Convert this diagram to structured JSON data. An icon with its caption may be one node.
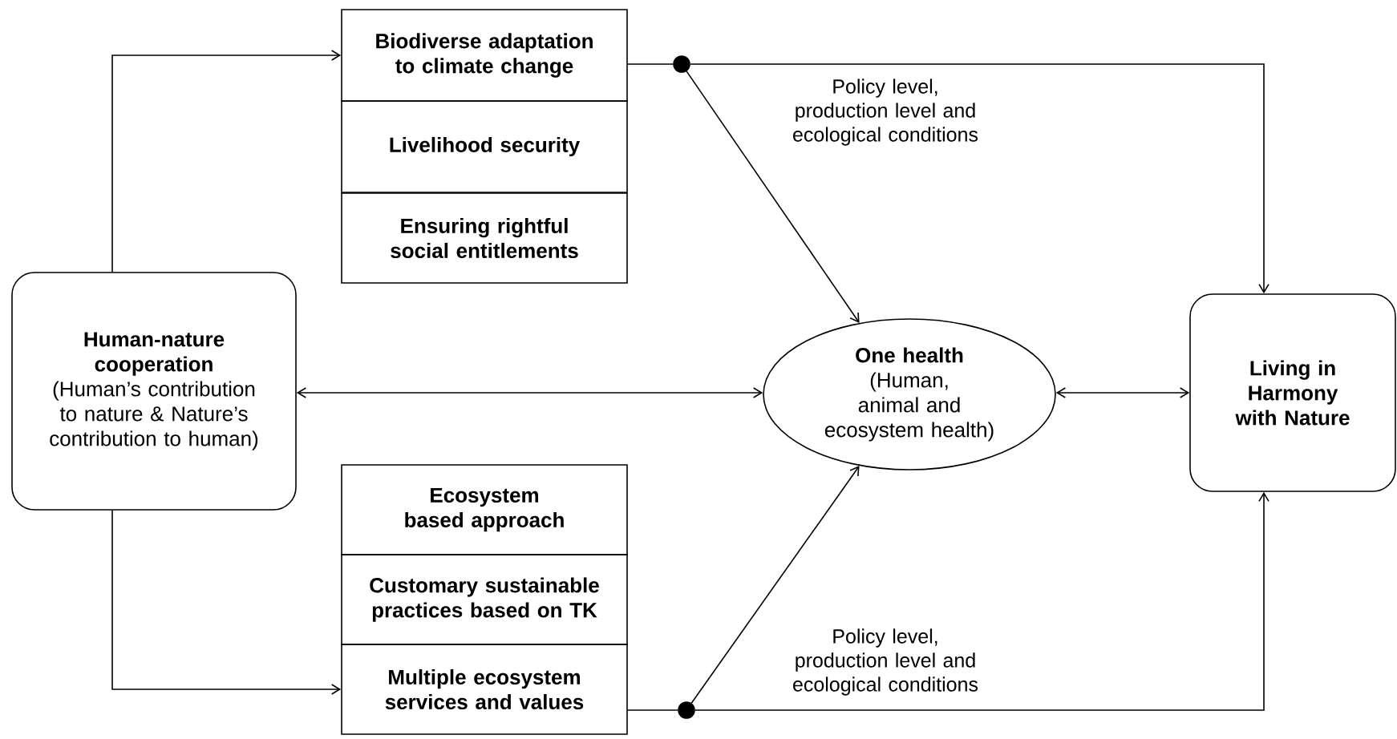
{
  "diagram": {
    "nodes": [
      {
        "text": [
          "Human-nature cooperation",
          "(Human’s contribution to nature & Nature’s contribution to human)"
        ]
      },
      {
        "text": [
          "Biodiverse adaptation to climate change"
        ]
      },
      {
        "text": [
          "Livelihood security"
        ]
      },
      {
        "text": [
          "Ensuring rightful social entitlements"
        ]
      },
      {
        "text": [
          "Ecosystem based approach"
        ]
      },
      {
        "text": [
          "Customary sustainable practices based on TK"
        ]
      },
      {
        "text": [
          "Multiple ecosystem services and values"
        ]
      },
      {
        "text": [
          "One health",
          "(Human, animal and ecosystem health)"
        ]
      },
      {
        "text": [
          "Living in Harmony with Nature"
        ]
      },
      {
        "text": [],
        "shape": "circle"
      },
      {
        "text": [],
        "shape": "circle"
      }
    ],
    "edges": [
      {
        "from": 0,
        "to": 1,
        "arrow": "to"
      },
      {
        "from": 0,
        "to": 6,
        "arrow": "to"
      },
      {
        "from": 0,
        "to": 7,
        "arrow": "both"
      },
      {
        "from": 7,
        "to": 8,
        "arrow": "both"
      },
      {
        "from": 1,
        "to": 9,
        "arrow": "none"
      },
      {
        "from": 9,
        "to": 7,
        "arrow": "to"
      },
      {
        "from": 9,
        "to": 8,
        "arrow": "to",
        "label": "Policy level, production level and ecological conditions"
      },
      {
        "from": 6,
        "to": 10,
        "arrow": "none"
      },
      {
        "from": 10,
        "to": 7,
        "arrow": "to"
      },
      {
        "from": 10,
        "to": 8,
        "arrow": "to",
        "label": "Policy level, production level and ecological conditions"
      }
    ]
  }
}
